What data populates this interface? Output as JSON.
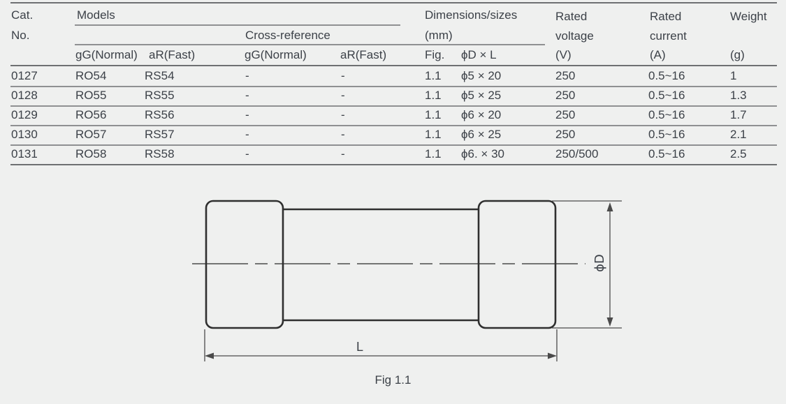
{
  "table": {
    "headers": {
      "cat": "Cat.",
      "no": "No.",
      "models": "Models",
      "cross_reference": "Cross-reference",
      "dimensions_line1": "Dimensions/sizes",
      "dimensions_line2": "(mm)",
      "rated_voltage_line1": "Rated",
      "rated_voltage_line2": "voltage",
      "rated_voltage_unit": "(V)",
      "rated_current_line1": "Rated",
      "rated_current_line2": "current",
      "rated_current_unit": "(A)",
      "weight": "Weight",
      "weight_unit": "(g)",
      "sub_gg_models": "gG(Normal)",
      "sub_ar_models": "aR(Fast)",
      "sub_gg_cross": "gG(Normal)",
      "sub_ar_cross": "aR(Fast)",
      "sub_fig": "Fig.",
      "sub_dxl": "ϕD × L"
    },
    "rows": [
      {
        "cat": "0127",
        "gg": "RO54",
        "ar": "RS54",
        "xgg": "-",
        "xar": "-",
        "fig": "1.1",
        "dxl": "ϕ5 × 20",
        "voltage": "250",
        "current": "0.5~16",
        "weight": "1"
      },
      {
        "cat": "0128",
        "gg": "RO55",
        "ar": "RS55",
        "xgg": "-",
        "xar": "-",
        "fig": "1.1",
        "dxl": "ϕ5 × 25",
        "voltage": "250",
        "current": "0.5~16",
        "weight": "1.3"
      },
      {
        "cat": "0129",
        "gg": "RO56",
        "ar": "RS56",
        "xgg": "-",
        "xar": "-",
        "fig": "1.1",
        "dxl": "ϕ6 × 20",
        "voltage": "250",
        "current": "0.5~16",
        "weight": "1.7"
      },
      {
        "cat": "0130",
        "gg": "RO57",
        "ar": "RS57",
        "xgg": "-",
        "xar": "-",
        "fig": "1.1",
        "dxl": "ϕ6 × 25",
        "voltage": "250",
        "current": "0.5~16",
        "weight": "2.1"
      },
      {
        "cat": "0131",
        "gg": "RO58",
        "ar": "RS58",
        "xgg": "-",
        "xar": "-",
        "fig": "1.1",
        "dxl": "ϕ6. × 30",
        "voltage": "250/500",
        "current": "0.5~16",
        "weight": "2.5"
      }
    ]
  },
  "figure": {
    "caption": "Fig 1.1",
    "label_length": "L",
    "label_diameter": "ϕD"
  }
}
